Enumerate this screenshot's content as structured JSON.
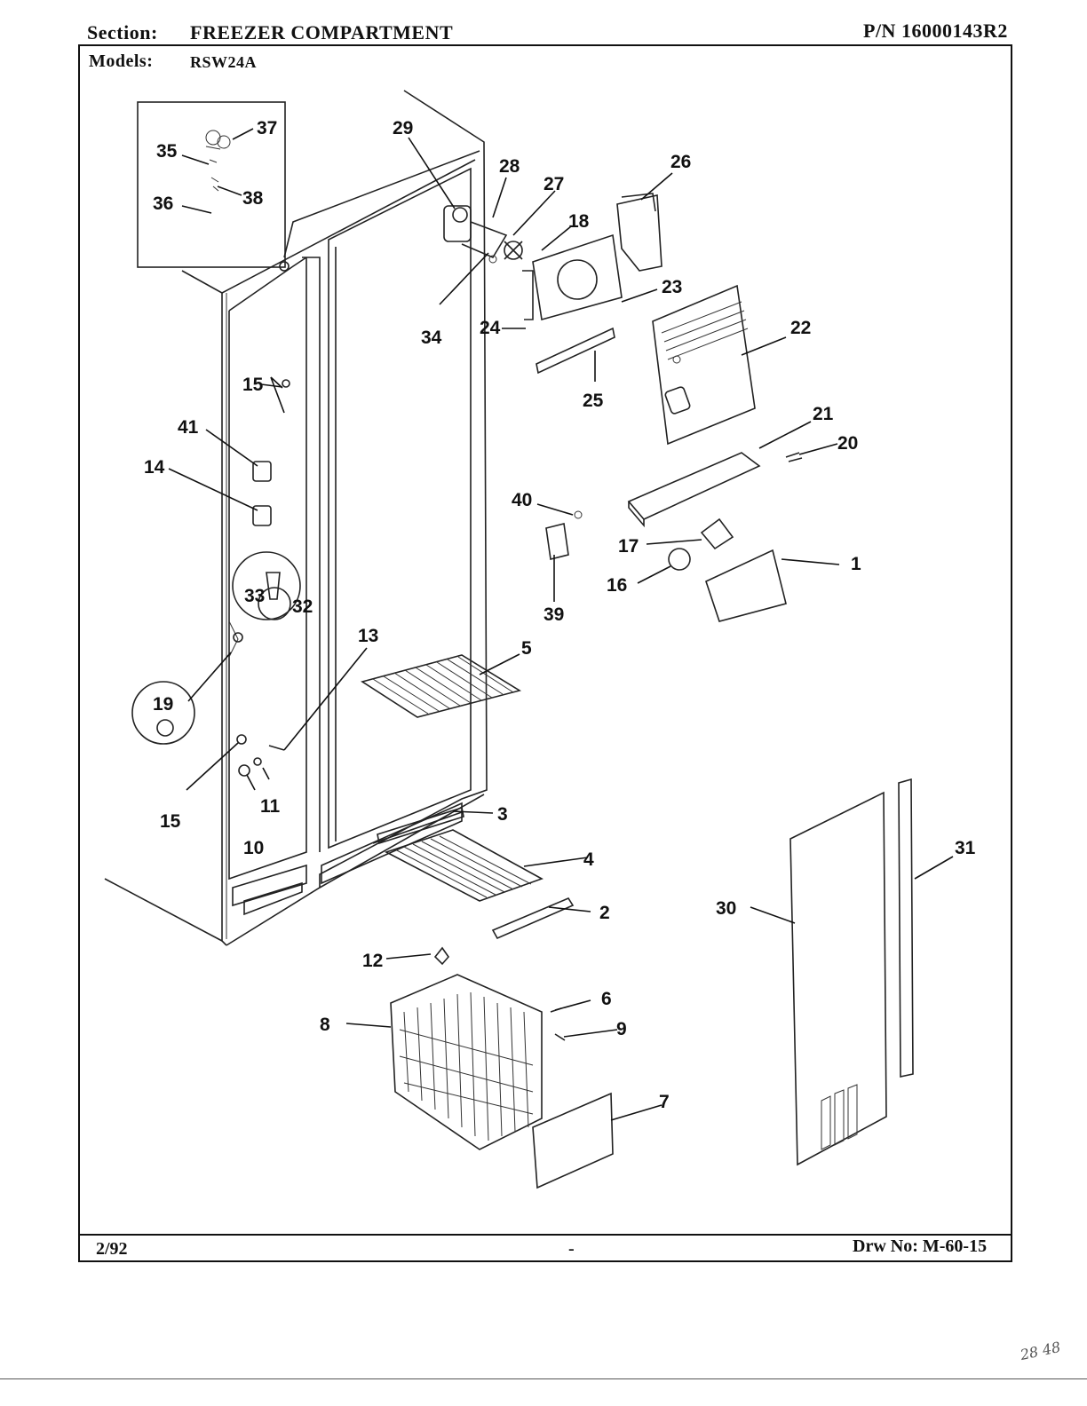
{
  "header": {
    "section_label": "Section:",
    "section_value": "FREEZER COMPARTMENT",
    "part_number": "P/N 16000143R2",
    "models_label": "Models:",
    "models_value": "RSW24A"
  },
  "footer": {
    "date": "2/92",
    "center_mark": "-",
    "drawing_number": "Drw No: M-60-15"
  },
  "handwritten_note": "28 48",
  "callouts": {
    "c1": "1",
    "c2": "2",
    "c3": "3",
    "c4": "4",
    "c5": "5",
    "c6": "6",
    "c7": "7",
    "c8": "8",
    "c9": "9",
    "c10": "10",
    "c11": "11",
    "c12": "12",
    "c13": "13",
    "c14": "14",
    "c15a": "15",
    "c15b": "15",
    "c16": "16",
    "c17": "17",
    "c18": "18",
    "c19": "19",
    "c20": "20",
    "c21": "21",
    "c22": "22",
    "c23": "23",
    "c24": "24",
    "c25": "25",
    "c26": "26",
    "c27": "27",
    "c28": "28",
    "c29": "29",
    "c30": "30",
    "c31": "31",
    "c32": "32",
    "c33": "33",
    "c34": "34",
    "c35": "35",
    "c36": "36",
    "c37": "37",
    "c38": "38",
    "c39": "39",
    "c40": "40",
    "c41": "41"
  }
}
